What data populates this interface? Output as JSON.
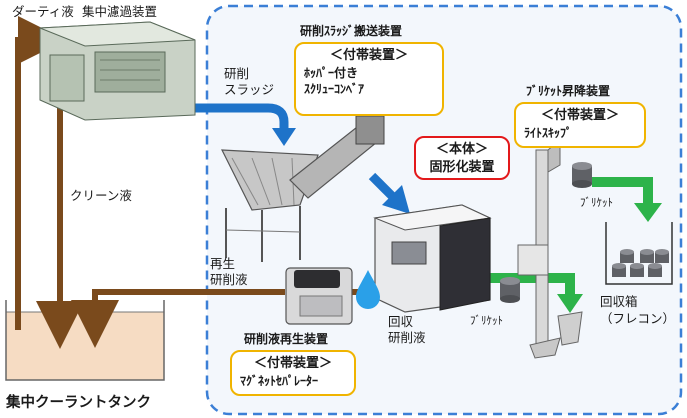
{
  "labels": {
    "dirty_liquid": "ダーティ液",
    "central_filter": "集中濾過装置",
    "grinding_sludge": [
      "研削",
      "スラッジ"
    ],
    "clean_liquid": "クリーン液",
    "regenerated_fluid": [
      "再生",
      "研削液"
    ],
    "recovered_fluid": [
      "回収",
      "研削液"
    ],
    "tank": "集中クーラントタンク",
    "briquette_left": "ﾌﾞﾘｹｯﾄ",
    "briquette_right": "ﾌﾞﾘｹｯﾄ",
    "recovery_box": [
      "回収箱",
      "（フレコン）"
    ]
  },
  "conveyor": {
    "heading": "研削ｽﾗｯｼﾞ搬送装置",
    "box_title": "＜付帯装置＞",
    "box_lines": [
      "ﾎｯﾊﾟｰ付き",
      "ｽｸﾘｭｰｺﾝﾍﾞｱ"
    ]
  },
  "main_unit": {
    "box_title": "＜本体＞",
    "box_line": "固形化装置"
  },
  "lifter": {
    "heading": "ﾌﾞﾘｹｯﾄ昇降装置",
    "box_title": "＜付帯装置＞",
    "box_line": "ﾗｲﾄｽｷｯﾌﾟ"
  },
  "separator": {
    "heading": "研削液再生装置",
    "box_title": "＜付帯装置＞",
    "box_line": "ﾏｸﾞﾈｯﾄｾﾊﾟﾚｰﾀｰ"
  },
  "colors": {
    "brown_flow": "#7a4a1c",
    "blue_flow": "#1e73c9",
    "green_flow": "#2db34a",
    "dash_border": "#3b7fd6",
    "callout_border": "#f0b400",
    "main_border": "#e3191b",
    "tank_fill": "#f6dcc3"
  }
}
